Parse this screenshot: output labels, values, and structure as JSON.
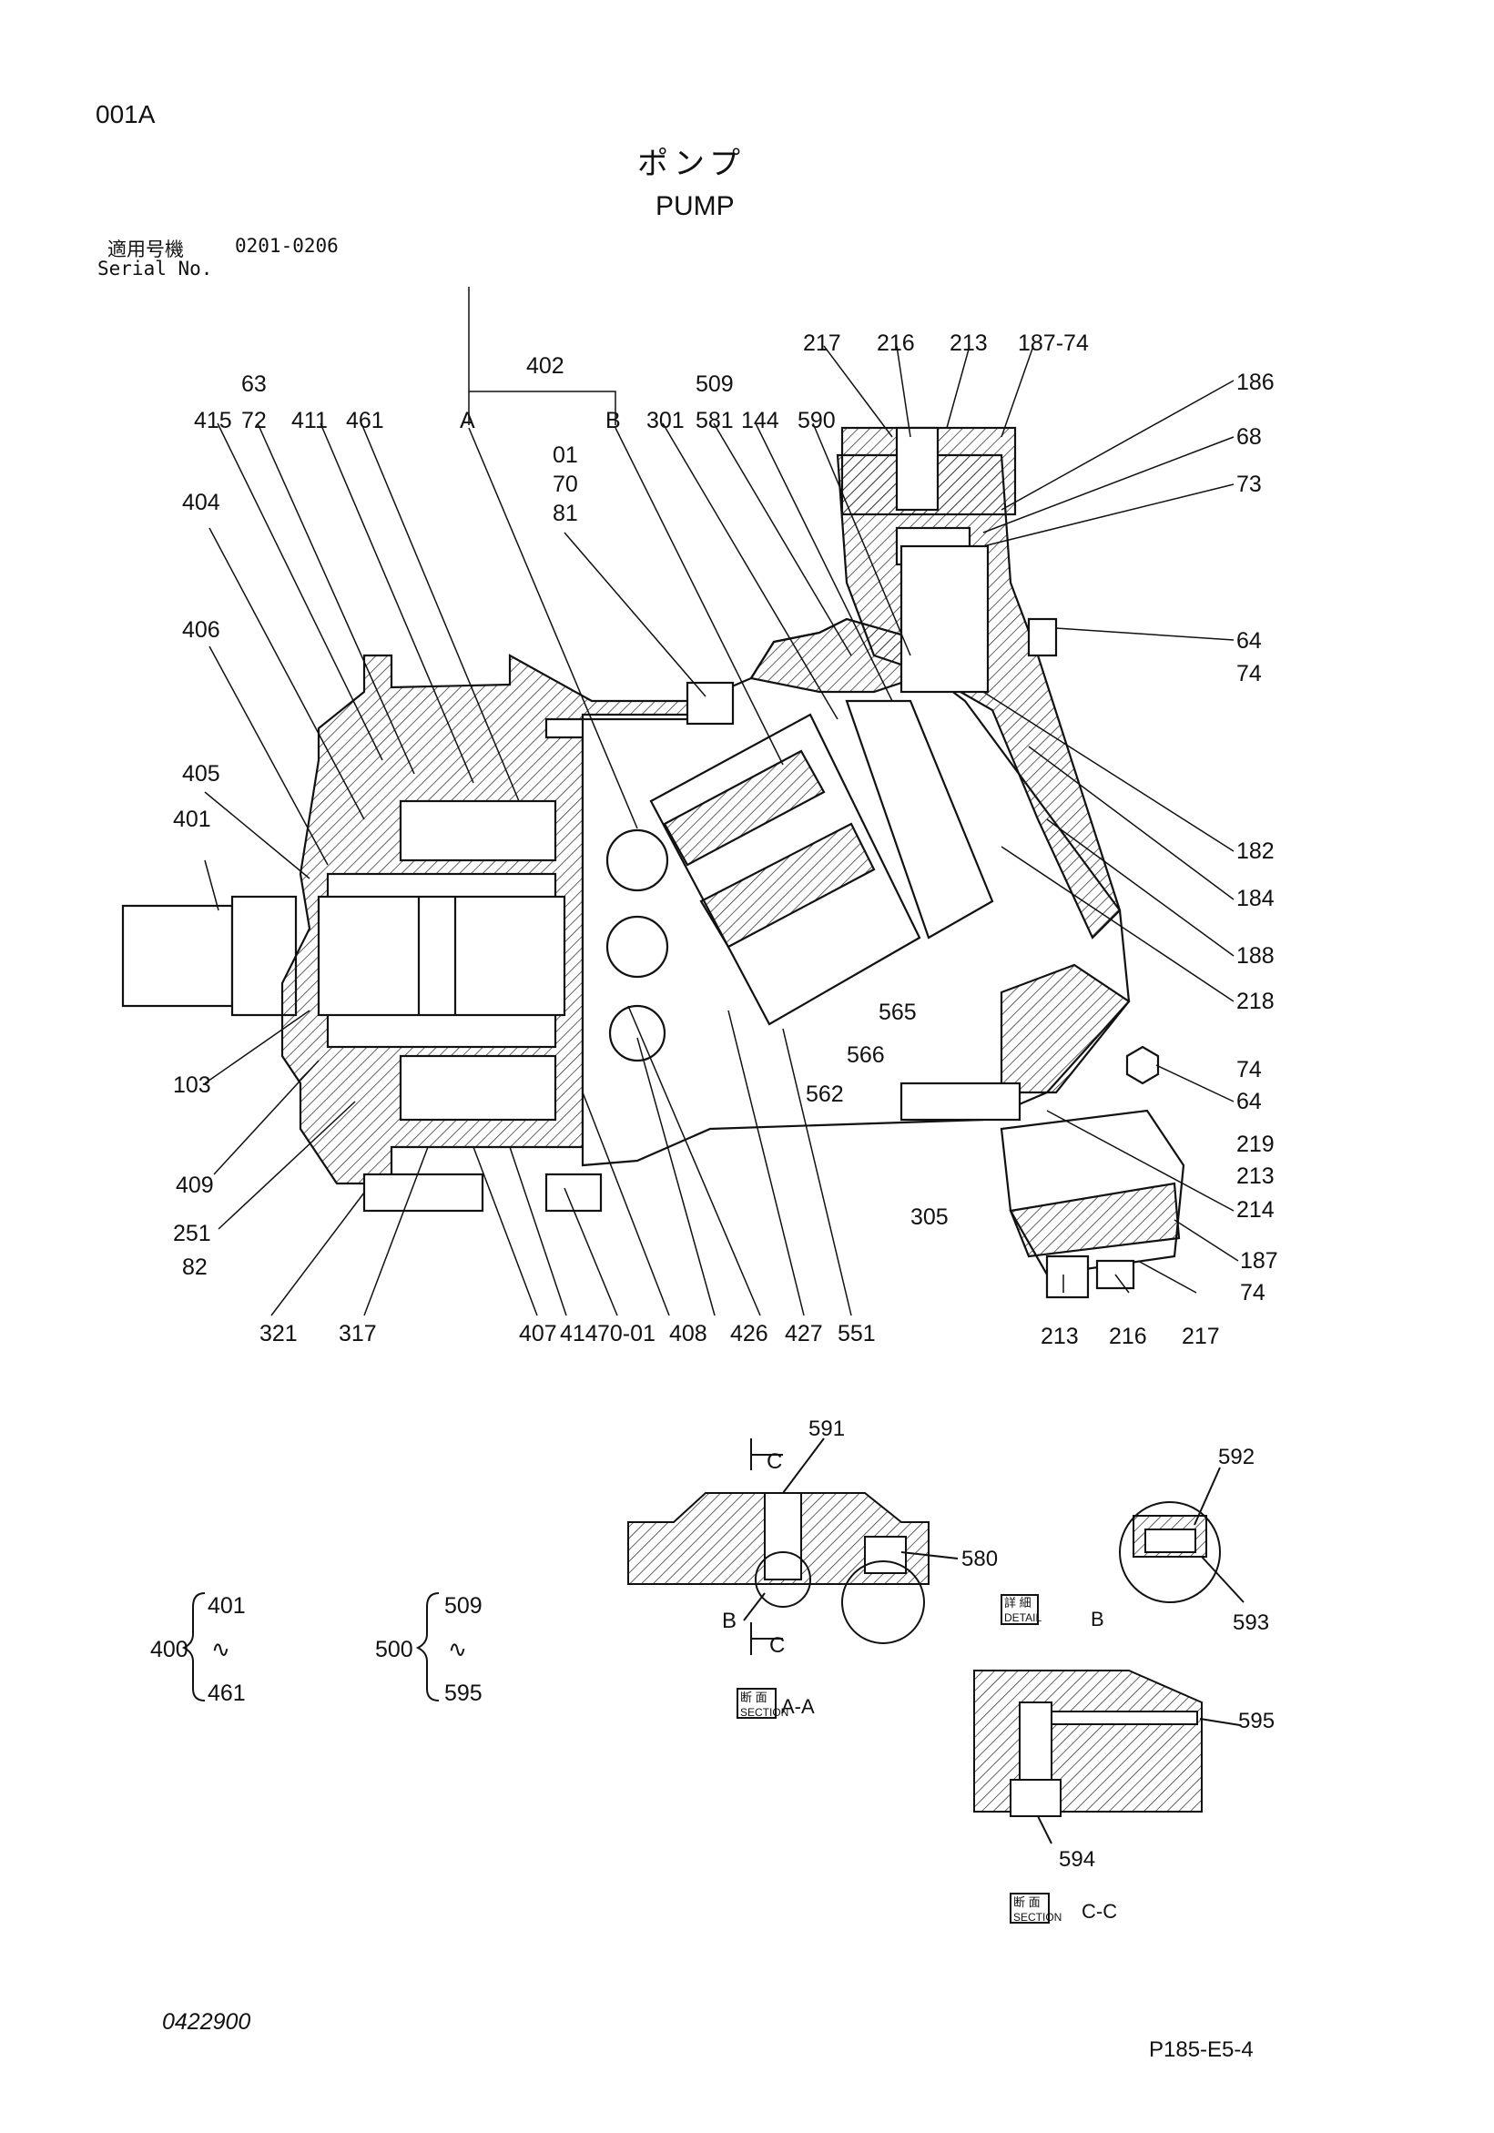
{
  "header": {
    "sheet_id": "001A",
    "title_jp": "ポンプ",
    "title_en": "PUMP",
    "serial_label_jp": "適用号機",
    "serial_range": "0201-0206",
    "serial_label_en": "Serial No."
  },
  "callouts": {
    "top": [
      "415",
      "63",
      "72",
      "411",
      "461",
      "402",
      "A",
      "B",
      "01",
      "70",
      "81",
      "301",
      "509",
      "581",
      "144",
      "590",
      "217",
      "216",
      "213",
      "187-74"
    ],
    "right": [
      "186",
      "68",
      "73",
      "64",
      "74",
      "182",
      "184",
      "188",
      "218",
      "74",
      "64",
      "219",
      "213",
      "214",
      "187",
      "74"
    ],
    "left": [
      "404",
      "406",
      "405",
      "401",
      "103",
      "409",
      "251",
      "82"
    ],
    "bottom": [
      "321",
      "317",
      "407",
      "414",
      "70-01",
      "408",
      "426",
      "427",
      "551",
      "213",
      "216",
      "217"
    ],
    "inner": [
      "565",
      "566",
      "562",
      "305"
    ]
  },
  "section_aa": {
    "refs": [
      "591",
      "580",
      "B",
      "C",
      "C"
    ],
    "label_jp": "断 面",
    "label_en": "SECTION",
    "label_suffix": "A-A"
  },
  "detail_b": {
    "refs": [
      "592",
      "593"
    ],
    "label_jp": "詳 細",
    "label_en": "DETAIL",
    "label_suffix": "B"
  },
  "section_cc": {
    "refs": [
      "595",
      "594"
    ],
    "label_jp": "断 面",
    "label_en": "SECTION",
    "label_suffix": "C-C"
  },
  "groups": [
    {
      "id": "400",
      "from": "401",
      "sep": "∿",
      "to": "461"
    },
    {
      "id": "500",
      "from": "509",
      "sep": "∿",
      "to": "595"
    }
  ],
  "footer": {
    "doc_number": "0422900",
    "page_code": "P185-E5-4"
  }
}
